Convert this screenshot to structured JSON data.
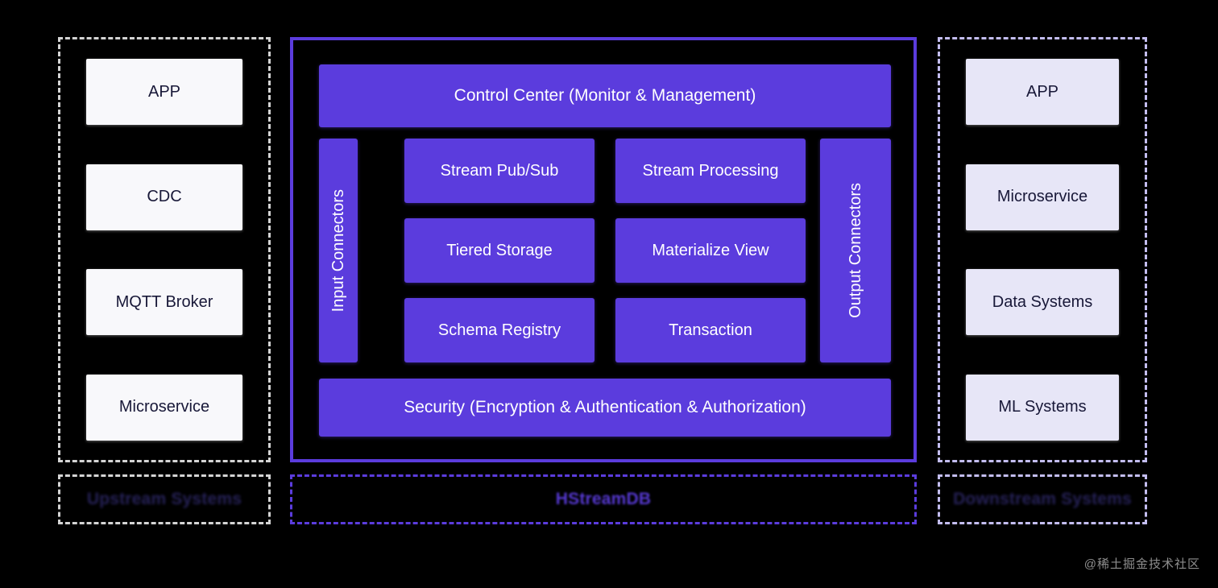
{
  "colors": {
    "background": "#000000",
    "accent_purple": "#5B3CDD",
    "node_light": "#f8f8fb",
    "node_lavender": "#e7e6f7",
    "node_text": "#181838",
    "upstream_border": "#d4d4d4",
    "downstream_border": "#c3bdf0"
  },
  "upstream": {
    "footer_label": "Upstream Systems",
    "nodes": [
      {
        "label": "APP"
      },
      {
        "label": "CDC"
      },
      {
        "label": "MQTT Broker"
      },
      {
        "label": "Microservice"
      }
    ]
  },
  "hstream": {
    "footer_label": "HStreamDB",
    "control_center": "Control Center (Monitor & Management)",
    "input_connectors": "Input Connectors",
    "output_connectors": "Output Connectors",
    "security": "Security (Encryption & Authentication & Authorization)",
    "grid": [
      {
        "label": "Stream Pub/Sub"
      },
      {
        "label": "Stream Processing"
      },
      {
        "label": "Tiered Storage"
      },
      {
        "label": "Materialize View"
      },
      {
        "label": "Schema Registry"
      },
      {
        "label": "Transaction"
      }
    ]
  },
  "downstream": {
    "footer_label": "Downstream Systems",
    "nodes": [
      {
        "label": "APP"
      },
      {
        "label": "Microservice"
      },
      {
        "label": "Data Systems"
      },
      {
        "label": "ML Systems"
      }
    ]
  },
  "watermark": "@稀土掘金技术社区"
}
